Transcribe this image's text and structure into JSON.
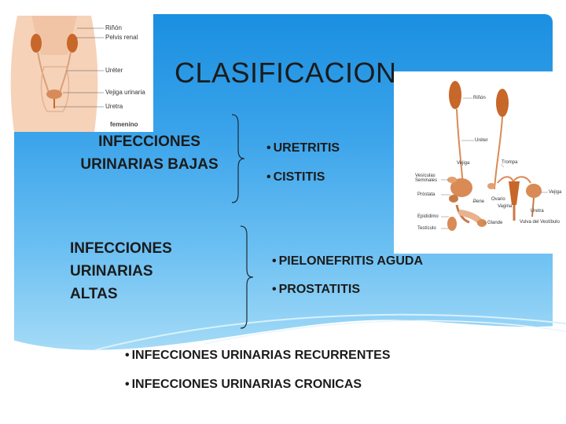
{
  "slide": {
    "title": "CLASIFICACION",
    "groups": [
      {
        "heading_lines": [
          "INFECCIONES",
          "URINARIAS BAJAS"
        ],
        "items": [
          "URETRITIS",
          "CISTITIS"
        ]
      },
      {
        "heading_lines": [
          "INFECCIONES",
          "URINARIAS",
          "ALTAS"
        ],
        "items": [
          "PIELONEFRITIS AGUDA",
          "PROSTATITIS"
        ]
      }
    ],
    "bottom_items": [
      "INFECCIONES URINARIAS RECURRENTES",
      "INFECCIONES URINARIAS CRONICAS"
    ],
    "bullet": "•"
  },
  "female_diagram": {
    "labels": [
      "Riñón",
      "Pelvis renal",
      "Uréter",
      "Vejiga urinaria",
      "Uretra"
    ],
    "caption": "femenino"
  },
  "male_diagram": {
    "labels": [
      "Riñón",
      "Uréter",
      "Vejiga",
      "Vesículas Seminales",
      "Próstata",
      "Pene",
      "Epidídimo",
      "Testículo",
      "Glande",
      "Trompa",
      "Ovario",
      "Vagina",
      "Uretra",
      "Vulva del Vestíbulo",
      "Vejiga"
    ]
  },
  "colors": {
    "panel_top": "#1a8fe0",
    "panel_bottom": "#a5dbf7",
    "text": "#1b1b1b",
    "organ": "#c8672a"
  }
}
